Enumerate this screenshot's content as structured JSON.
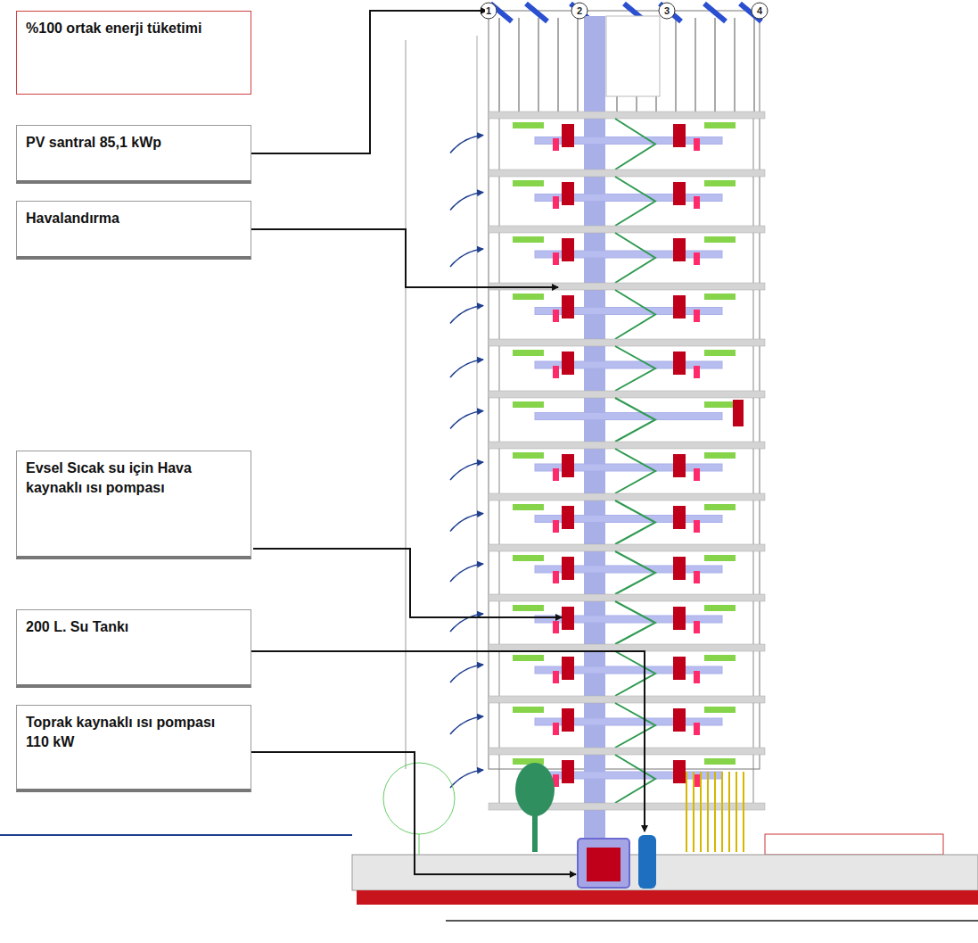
{
  "diagram": {
    "nodes": [
      {
        "text": [
          "%100 ortak enerji tüketimi"
        ]
      },
      {
        "text": [
          "PV santral 85,1 kWp"
        ]
      },
      {
        "text": [
          "Havalandırma"
        ]
      },
      {
        "text": [
          "Evsel Sıcak su için Hava kaynaklı ısı pompası"
        ]
      },
      {
        "text": [
          "200 L. Su Tankı"
        ]
      },
      {
        "text": [
          "Toprak kaynaklı ısı pompası 110 kW"
        ]
      }
    ],
    "labels": [
      "1",
      "2",
      "3",
      "4"
    ]
  }
}
